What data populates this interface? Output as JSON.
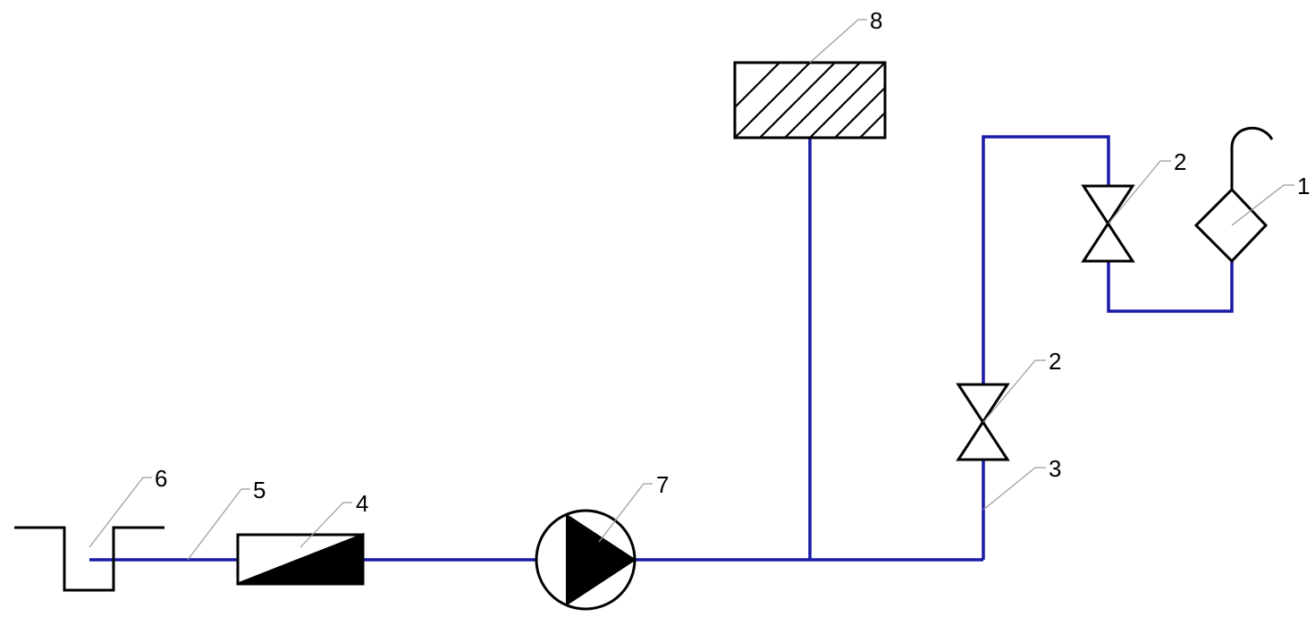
{
  "colors": {
    "pipe": "#1a1aa8",
    "symbol": "#000000",
    "leader": "#9a9a9a",
    "background": "#ffffff"
  },
  "labels": {
    "tank": "8",
    "valve_upper": "2",
    "valve_lower": "2",
    "filter": "1",
    "riser_pipe": "3",
    "nonreturn": "4",
    "suction_pipe": "5",
    "sump": "6",
    "pump": "7"
  }
}
